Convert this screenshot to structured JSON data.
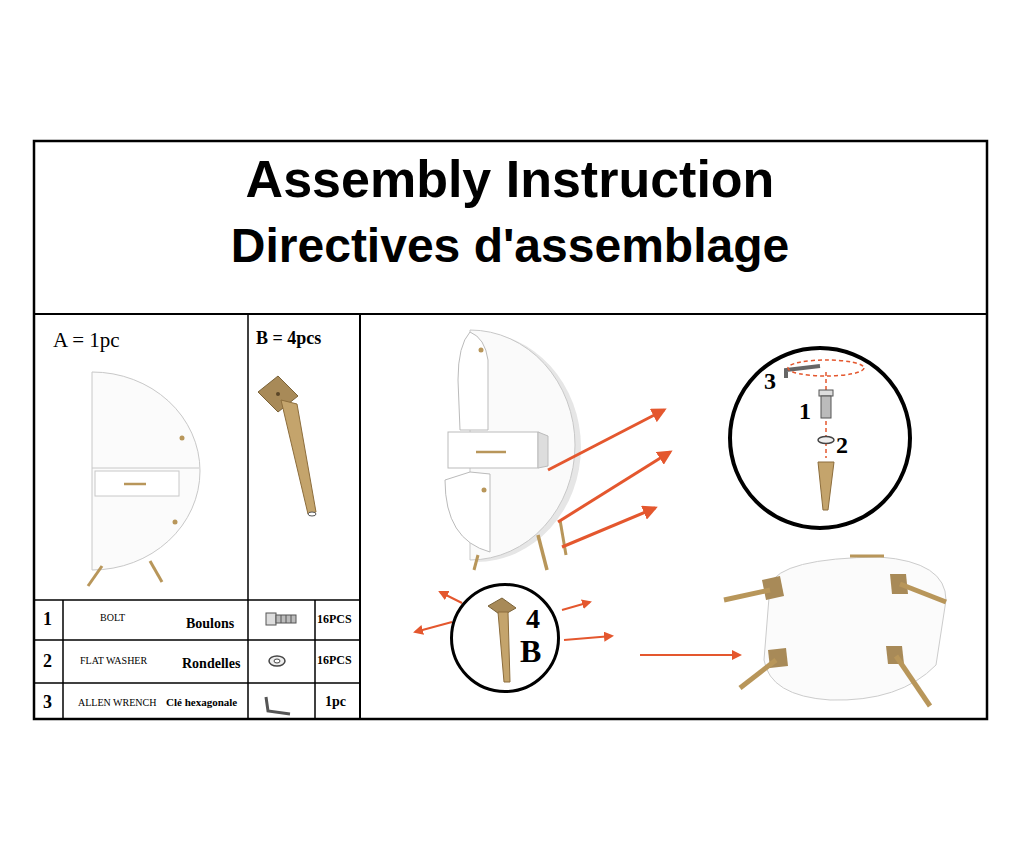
{
  "diagram": {
    "title": "Assembly Instruction",
    "nodes": [
      {
        "text": [
          "A = 1pc"
        ]
      },
      {
        "text": [
          "B = 4pcs"
        ]
      },
      {
        "text": [
          "3",
          "1",
          "2"
        ]
      },
      {
        "text": [
          "4",
          "B"
        ]
      }
    ],
    "labels": [
      "Directives d'assemblage",
      "1",
      "BOLT",
      "Boulons",
      "16PCS",
      "2",
      "FLAT WASHER",
      "Rondelles",
      "16PCS",
      "3",
      "ALLEN WRENCH",
      "Clé hexagonale",
      "1pc"
    ]
  }
}
